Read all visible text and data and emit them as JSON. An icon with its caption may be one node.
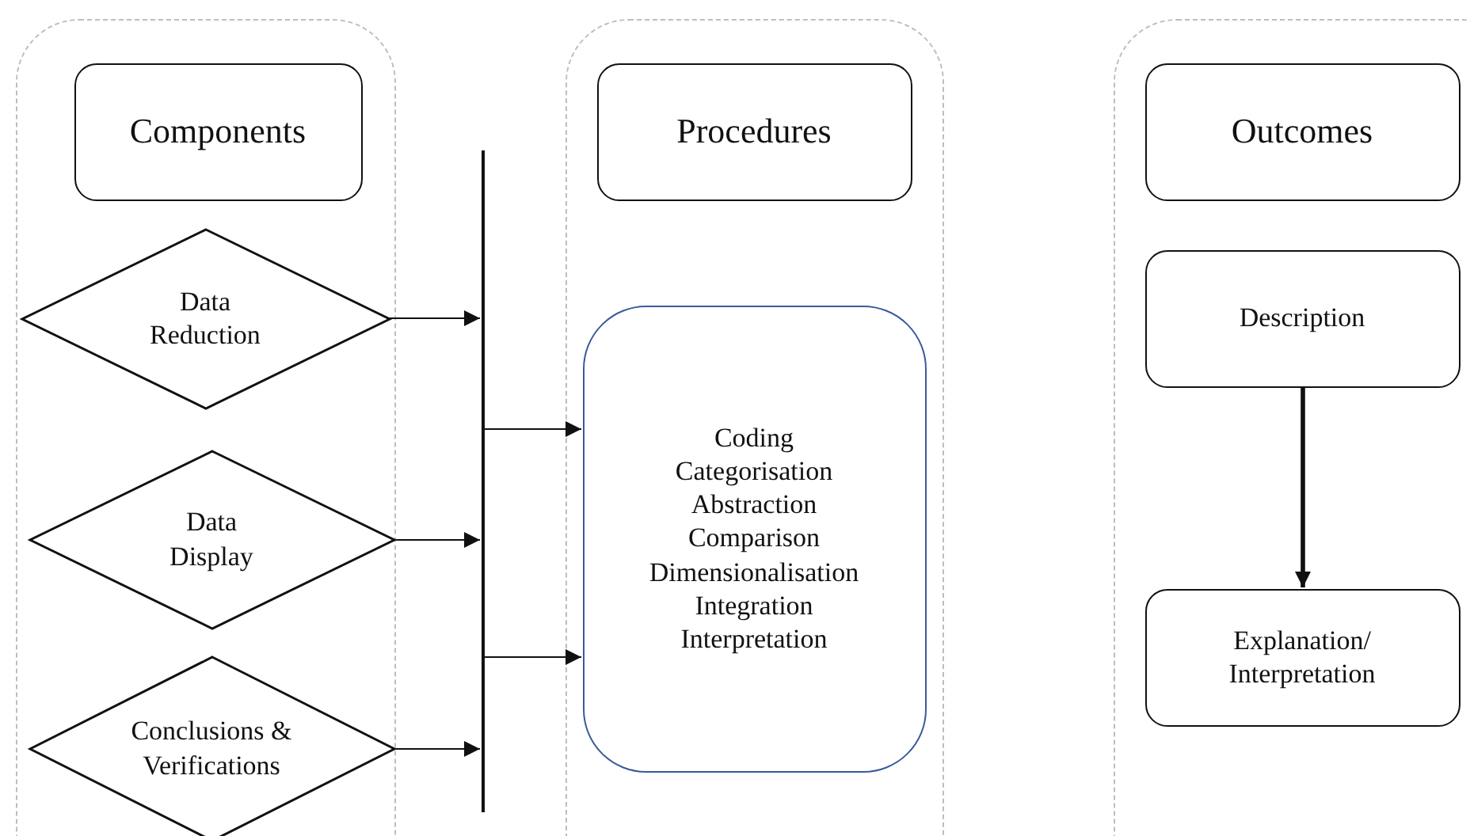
{
  "diagram": {
    "nodes": [
      {
        "text": [],
        "shape": "box"
      },
      {
        "text": [
          "Components"
        ],
        "in": 0
      },
      {
        "text": [
          "Data Reduction"
        ],
        "in": 0
      },
      {
        "text": [
          "Data Display"
        ],
        "in": 0
      },
      {
        "text": [
          "Conclusions & Verifications"
        ],
        "in": 0
      },
      {
        "text": [],
        "shape": "bar"
      },
      {
        "text": [],
        "shape": "box"
      },
      {
        "text": [
          "Procedures"
        ],
        "in": 6
      },
      {
        "text": [
          "Coding",
          "Categorisation",
          "Abstraction",
          "Comparison",
          "Dimensionalisation",
          "Integration",
          "Interpretation"
        ],
        "in": 6
      },
      {
        "text": [],
        "shape": "box"
      },
      {
        "text": [
          "Outcomes"
        ],
        "in": 9
      },
      {
        "text": [
          "Description"
        ],
        "in": 9
      },
      {
        "text": [
          "Explanation/ Interpretation"
        ],
        "in": 9
      }
    ],
    "edges": [
      {
        "from": 2,
        "to": 5,
        "arrow": "to"
      },
      {
        "from": 3,
        "to": 5,
        "arrow": "to"
      },
      {
        "from": 4,
        "to": 5,
        "arrow": "to"
      },
      {
        "from": 5,
        "to": 8,
        "arrow": "to"
      },
      {
        "from": 5,
        "to": 8,
        "arrow": "to"
      },
      {
        "from": 11,
        "to": 12,
        "arrow": "to",
        "style": "thick"
      }
    ]
  }
}
